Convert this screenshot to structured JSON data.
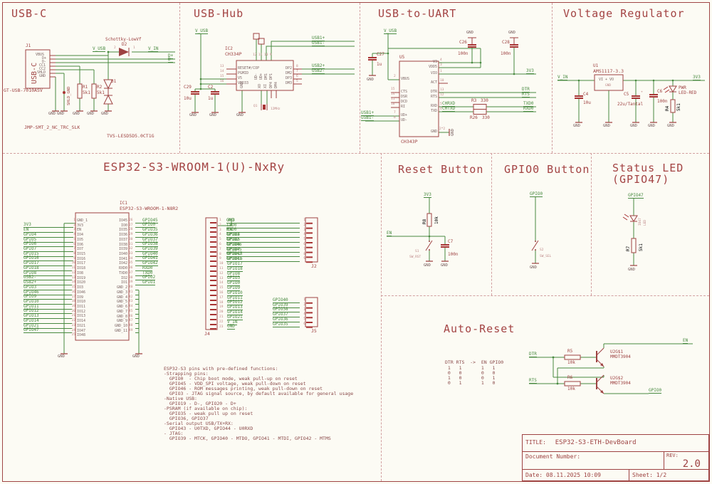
{
  "labels": {
    "gnd": "GND"
  },
  "usbc": {
    "title": "USB-C",
    "j1": {
      "ref": "J1",
      "vertical_label": "USB-C",
      "device": "GT-USB-7010ASV",
      "pins": [
        "VBUS",
        "D+",
        "D-",
        "CC1",
        "CC2",
        "SHLD",
        "GND"
      ]
    },
    "d2": {
      "note": "Schottky-LowVf",
      "ref": "D2",
      "pin_a": "2",
      "pin_k": "1"
    },
    "nets": {
      "v_usb": "V_USB",
      "v_in": "V_IN",
      "dp": "D+",
      "dm": "D-"
    },
    "shld_net": "SHLD_GND",
    "r1": {
      "ref": "R1",
      "value": "5k1"
    },
    "r2": {
      "ref": "R2",
      "value": "5k1"
    },
    "d1": {
      "ref": "D1"
    },
    "footer_jumper": "JMP-SMT_2_NC_TRC_SLK",
    "footer_tvs": "TVS-LESD5D5.0CT1G"
  },
  "usbhub": {
    "title": "USB-Hub",
    "net_vusb": "V_USB",
    "ic": {
      "ref": "IC2",
      "device": "CH334P",
      "left": [
        {
          "n": "13",
          "name": "RESET#/COP"
        },
        {
          "n": "14",
          "name": "PGMID"
        },
        {
          "n": "15",
          "name": "V5"
        },
        {
          "n": "16",
          "name": "VDD33"
        }
      ],
      "right": [
        {
          "n": "8",
          "name": "DP2"
        },
        {
          "n": "7",
          "name": "DM2"
        },
        {
          "n": "6",
          "name": "DP3"
        },
        {
          "n": "5",
          "name": "DM3"
        }
      ],
      "top": [
        {
          "n": "12",
          "name": "UD-"
        },
        {
          "n": "11",
          "name": "UD+"
        },
        {
          "n": "10",
          "name": "DM1"
        },
        {
          "n": "9",
          "name": "DP1"
        }
      ],
      "bottom": [
        "GND",
        "XO",
        "XI",
        "DP4",
        "DM4"
      ]
    },
    "nets": {
      "usb1p": "USB1+",
      "usb1m": "USB1-",
      "usb2p": "USB2+",
      "usb2m": "USB2-"
    },
    "c29": {
      "ref": "C29",
      "value": "10u"
    },
    "c2": {
      "ref": "C2",
      "value": "1u"
    },
    "xtal": {
      "ref": "Q1",
      "value": "12MHz"
    }
  },
  "usbuart": {
    "title": "USB-to-UART",
    "net_vusb": "V_USB",
    "c27": {
      "ref": "C27",
      "value": "1u"
    },
    "c26": {
      "ref": "C26",
      "value": "100n"
    },
    "c28": {
      "ref": "C28",
      "value": "100n"
    },
    "ic": {
      "ref": "U5",
      "device": "CH343P",
      "left": [
        {
          "n": "2",
          "name": "VBUS"
        },
        {
          "n": "15",
          "name": "CTS"
        },
        {
          "n": "14",
          "name": "DSR"
        },
        {
          "n": "11",
          "name": "DCD"
        },
        {
          "n": "16",
          "name": "RI"
        },
        {
          "n": "7",
          "name": "UD+"
        },
        {
          "n": "6",
          "name": "UD-"
        }
      ],
      "right": [
        {
          "n": "4",
          "name": "V3"
        },
        {
          "n": "3",
          "name": "VDD5"
        },
        {
          "n": "1",
          "name": "VIO"
        },
        {
          "n": "10",
          "name": "ACT"
        },
        {
          "n": "13",
          "name": "DTR"
        },
        {
          "n": "12",
          "name": "RTS"
        },
        {
          "n": "5",
          "name": "RXD"
        },
        {
          "n": "4",
          "name": "TXD"
        }
      ],
      "gnd_pin": {
        "name": "GND",
        "n": "2*2"
      }
    },
    "r3": {
      "ref": "R3",
      "value": "330"
    },
    "r26": {
      "ref": "R26",
      "value": "330"
    },
    "nets": {
      "usb1p": "USB1+",
      "usb1m": "USB1-",
      "chrxd": "CHRXD",
      "chtxd": "CHTXD",
      "txd0": "TXD0",
      "rxd0": "RXD0",
      "dtr": "DTR",
      "rts": "RTS",
      "v3v3": "3V3"
    }
  },
  "vreg": {
    "title": "Voltage Regulator",
    "u1": {
      "ref": "U1",
      "device": "AMS1117-3.3",
      "inner": "VI + VO",
      "inner_gnd": "GND"
    },
    "nets": {
      "v_in": "V_IN",
      "v_out": "3V3"
    },
    "c4": {
      "ref": "C4",
      "value": "10u"
    },
    "c5": {
      "ref": "C5",
      "value": "22u/Tantal",
      "plus": "+"
    },
    "c6": {
      "ref": "C6",
      "value": "100n"
    },
    "led": {
      "ref": "PWR",
      "value": "LED-RED"
    },
    "r4": {
      "ref": "R4",
      "value": "5k1"
    }
  },
  "esp32": {
    "title": "ESP32-S3-WROOM-1(U)-NxRy",
    "ic": {
      "ref": "IC1",
      "device": "ESP32-S3-WROOM-1-N8R2",
      "left_rows": [
        {
          "n": "1",
          "name": "GND_1",
          "net": ""
        },
        {
          "n": "2",
          "name": "3V3",
          "net": "3V3"
        },
        {
          "n": "3",
          "name": "EN",
          "net": "EN"
        },
        {
          "n": "4",
          "name": "IO4",
          "net": "GPIO4"
        },
        {
          "n": "5",
          "name": "IO5",
          "net": "GPIO5"
        },
        {
          "n": "6",
          "name": "IO6",
          "net": "GPIO6"
        },
        {
          "n": "7",
          "name": "IO7",
          "net": "GPIO7"
        },
        {
          "n": "8",
          "name": "IO15",
          "net": "GPIO15"
        },
        {
          "n": "9",
          "name": "IO16",
          "net": "GPIO16"
        },
        {
          "n": "10",
          "name": "IO17",
          "net": "GPIO17"
        },
        {
          "n": "11",
          "name": "IO18",
          "net": "GPIO18"
        },
        {
          "n": "12",
          "name": "IO8",
          "net": "GPIO8"
        },
        {
          "n": "13",
          "name": "IO19",
          "net": "USB2-"
        },
        {
          "n": "14",
          "name": "IO20",
          "net": "USB2+"
        },
        {
          "n": "15",
          "name": "IO3",
          "net": "GPIO3"
        },
        {
          "n": "16",
          "name": "IO46",
          "net": "GPIO46"
        },
        {
          "n": "17",
          "name": "IO9",
          "net": "GPIO9"
        },
        {
          "n": "18",
          "name": "IO10",
          "net": "GPIO10"
        },
        {
          "n": "19",
          "name": "IO11",
          "net": "GPIO11"
        },
        {
          "n": "20",
          "name": "IO12",
          "net": "GPIO12"
        },
        {
          "n": "21",
          "name": "IO13",
          "net": "GPIO13"
        },
        {
          "n": "22",
          "name": "IO14",
          "net": "GPIO14"
        },
        {
          "n": "23",
          "name": "IO21",
          "net": "GPIO21"
        },
        {
          "n": "24",
          "name": "IO47",
          "net": "GPIO47"
        },
        {
          "n": "25",
          "name": "IO48",
          "net": ""
        }
      ],
      "right_rows": [
        {
          "n": "26",
          "name": "IO45",
          "net": "GPIO45"
        },
        {
          "n": "27",
          "name": "IO0",
          "net": "GPIO0"
        },
        {
          "n": "28",
          "name": "IO35",
          "net": "GPIO35"
        },
        {
          "n": "29",
          "name": "IO36",
          "net": "GPIO36"
        },
        {
          "n": "30",
          "name": "IO37",
          "net": "GPIO37"
        },
        {
          "n": "31",
          "name": "IO38",
          "net": "GPIO38"
        },
        {
          "n": "32",
          "name": "IO39",
          "net": "GPIO39"
        },
        {
          "n": "33",
          "name": "IO40",
          "net": "GPIO40"
        },
        {
          "n": "34",
          "name": "IO41",
          "net": "GPIO41"
        },
        {
          "n": "35",
          "name": "IO42",
          "net": "GPIO42"
        },
        {
          "n": "36",
          "name": "RXD0",
          "net": "RXD0"
        },
        {
          "n": "37",
          "name": "TXD0",
          "net": "TXD0"
        },
        {
          "n": "38",
          "name": "IO2",
          "net": "GPIO2"
        },
        {
          "n": "39",
          "name": "IO1",
          "net": "GPIO1"
        }
      ],
      "gnd_rows": [
        {
          "n": "40",
          "name": "GND_2"
        },
        {
          "n": "41",
          "name": "GND_3"
        },
        {
          "n": "42",
          "name": "GND_4"
        },
        {
          "n": "43",
          "name": "GND_5"
        },
        {
          "n": "44",
          "name": "GND_6"
        },
        {
          "n": "45",
          "name": "GND_7"
        },
        {
          "n": "46",
          "name": "GND_8"
        },
        {
          "n": "47",
          "name": "GND_9"
        },
        {
          "n": "48",
          "name": "GND_10"
        },
        {
          "n": "49",
          "name": "GND_11"
        }
      ]
    },
    "j4": {
      "ref": "J4",
      "pins": [
        {
          "n": "1",
          "net": "3V3"
        },
        {
          "n": "2",
          "net": ""
        },
        {
          "n": "3",
          "net": "EN"
        },
        {
          "n": "4",
          "net": "GPIO4"
        },
        {
          "n": "5",
          "net": "GPIO5"
        },
        {
          "n": "6",
          "net": "GPIO6"
        },
        {
          "n": "7",
          "net": "GPIO7"
        },
        {
          "n": "8",
          "net": "GPIO15"
        },
        {
          "n": "9",
          "net": "GPIO16"
        },
        {
          "n": "10",
          "net": "GPIO17"
        },
        {
          "n": "11",
          "net": "GPIO18"
        },
        {
          "n": "12",
          "net": "GPIO8"
        },
        {
          "n": "13",
          "net": "GPIO3"
        },
        {
          "n": "14",
          "net": "GPIO0"
        },
        {
          "n": "15",
          "net": "GPIO9"
        },
        {
          "n": "16",
          "net": "GPIO10"
        },
        {
          "n": "17",
          "net": "GPIO11"
        },
        {
          "n": "18",
          "net": "GPIO12"
        },
        {
          "n": "19",
          "net": "GPIO13"
        },
        {
          "n": "20",
          "net": "GPIO14"
        },
        {
          "n": "21",
          "net": "GPIO21"
        },
        {
          "n": "22",
          "net": "V_IN"
        },
        {
          "n": "23",
          "net": "GND"
        }
      ]
    },
    "j2": {
      "ref": "J2",
      "pins": [
        {
          "n": "1",
          "net": "GND"
        },
        {
          "n": "2",
          "net": "TXD0"
        },
        {
          "n": "3",
          "net": "RXD0"
        },
        {
          "n": "4",
          "net": "GPIO1"
        },
        {
          "n": "5",
          "net": "GPIO2"
        },
        {
          "n": "6",
          "net": "GPIO46"
        },
        {
          "n": "7",
          "net": "GPIO45"
        },
        {
          "n": "8",
          "net": "GPIO42"
        },
        {
          "n": "9",
          "net": "GPIO41"
        }
      ]
    },
    "j5": {
      "ref": "J5",
      "pins": [
        {
          "n": "1",
          "net": "GPIO40"
        },
        {
          "n": "2",
          "net": "GPIO39"
        },
        {
          "n": "3",
          "net": "GPIO38"
        },
        {
          "n": "4",
          "net": "GPIO37"
        },
        {
          "n": "5",
          "net": "GPIO36"
        },
        {
          "n": "6",
          "net": "GPIO35"
        }
      ]
    },
    "notes": [
      "ESP32-S3 pins with pre-defined functions:",
      "-Strapping pins:",
      "  GPIO0  - Chip boot mode, weak pull-up on reset",
      "  GPIO45 - VDD_SPI voltage, weak pull-down on reset",
      "  GPIO46 - ROM messages printing, weak pull-down on reset",
      "  GPIO3 - JTAG signal source, by default available for general usage",
      "-Native USB:",
      "  GPIO19 - D-, GPIO20 - D+",
      "-PSRAM (if available on chip):",
      "  GPIO35 - weak pull up on reset",
      "  GPIO36, GPIO37",
      "-Serial output USB/TX+RX:",
      "  GPIO43 - U0TXD, GPIO44 - U0RXD",
      "- JTAG:",
      "  GPIO39 - MTCK, GPIO40 - MTDO, GPIO41 - MTDI, GPIO42 - MTMS"
    ]
  },
  "reset_btn": {
    "title": "Reset Button",
    "net_3v3": "3V3",
    "net_en": "EN",
    "r8": {
      "ref": "R8",
      "value": "10k"
    },
    "sw": {
      "ref": "S1",
      "name": "SW_RST"
    },
    "c7": {
      "ref": "C7",
      "value": "100n"
    }
  },
  "gpio0_btn": {
    "title": "GPIO0 Button",
    "net": "GPIO0",
    "sw": {
      "ref": "S2",
      "name": "SW_SEL"
    }
  },
  "status_led": {
    "title_line1": "Status LED",
    "title_line2": "(GPIO47)",
    "net": "GPIO47",
    "led": {
      "ref": "IO47",
      "value": "LED"
    },
    "r7": {
      "ref": "R7",
      "value": "5k1"
    }
  },
  "auto_reset": {
    "title": "Auto-Reset",
    "table": {
      "header": "DTR RTS  ->  EN GPIO0",
      "rows": [
        " 1   1       1   1",
        " 0   0       0   0",
        " 1   0       0   1",
        " 0   1       1   0"
      ]
    },
    "nets": {
      "dtr": "DTR",
      "rts": "RTS",
      "en": "EN",
      "gpio0": "GPIO0"
    },
    "r5": {
      "ref": "R5",
      "value": "10k"
    },
    "r6": {
      "ref": "R6",
      "value": "10k"
    },
    "q1": {
      "ref": "U2G$1",
      "device": "MMDT3904"
    },
    "q2": {
      "ref": "U2G$2",
      "device": "MMDT3904"
    }
  },
  "titleblock": {
    "title_label": "TITLE:",
    "title": "ESP32-S3-ETH-DevBoard",
    "doc_label": "Document Number:",
    "rev_label": "REV:",
    "rev": "2.0",
    "date_label": "Date:",
    "date": "08.11.2025 10:09",
    "sheet_label": "Sheet:",
    "sheet": "1/2"
  }
}
